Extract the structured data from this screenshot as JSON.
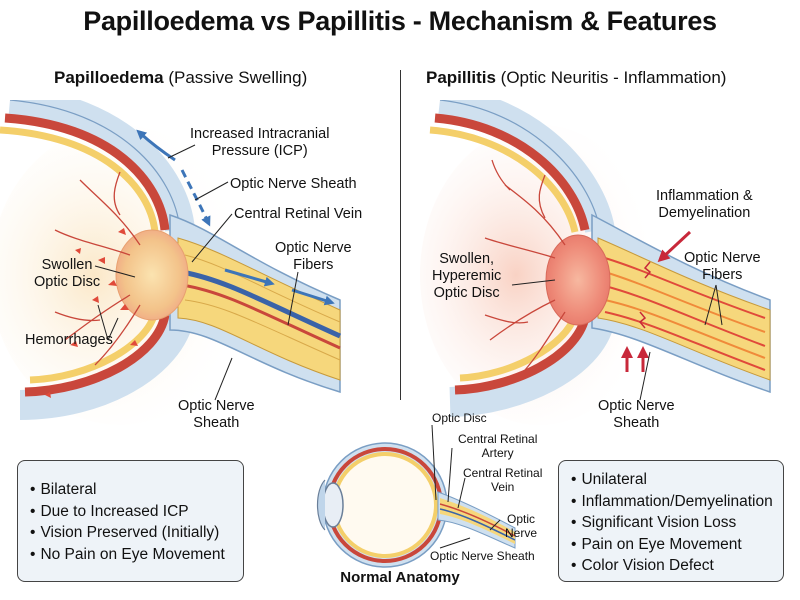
{
  "title": "Papilloedema vs Papillitis - Mechanism & Features",
  "left": {
    "heading_bold": "Papilloedema",
    "heading_rest": "(Passive Swelling)",
    "labels": {
      "icp": "Increased Intracranial\nPressure (ICP)",
      "sheath_top": "Optic Nerve Sheath",
      "vein": "Central Retinal Vein",
      "fibers": "Optic Nerve\nFibers",
      "disc": "Swollen\nOptic Disc",
      "hemorrhages": "Hemorrhages",
      "sheath_bottom": "Optic Nerve\nSheath"
    },
    "features": [
      "Bilateral",
      "Due to Increased ICP",
      "Vision Preserved (Initially)",
      "No Pain on Eye Movement"
    ]
  },
  "right": {
    "heading_bold": "Papillitis",
    "heading_rest": "(Optic Neuritis - Inflammation)",
    "labels": {
      "inflammation": "Inflammation &\nDemyelination",
      "disc": "Swollen,\nHyperemic\nOptic Disc",
      "fibers": "Optic Nerve\nFibers",
      "sheath": "Optic Nerve\nSheath"
    },
    "features": [
      "Unilateral",
      "Inflammation/Demyelination",
      "Significant Vision Loss",
      "Pain on Eye Movement",
      "Color Vision Defect"
    ]
  },
  "normal": {
    "caption": "Normal Anatomy",
    "labels": {
      "disc": "Optic Disc",
      "artery": "Central Retinal\nArtery",
      "vein": "Central Retinal\nVein",
      "nerve": "Optic\nNerve",
      "sheath": "Optic Nerve Sheath"
    }
  },
  "colors": {
    "sclera_blue": "#cfe0ef",
    "retina_red": "#c9473b",
    "choroid_yellow": "#f4cf6a",
    "nerve_yellow": "#f6d77c",
    "vein_blue": "#3a63a8",
    "arrow_blue": "#3d75b8",
    "inflame_red": "#e04a3a",
    "box_bg": "#eef3f8"
  }
}
